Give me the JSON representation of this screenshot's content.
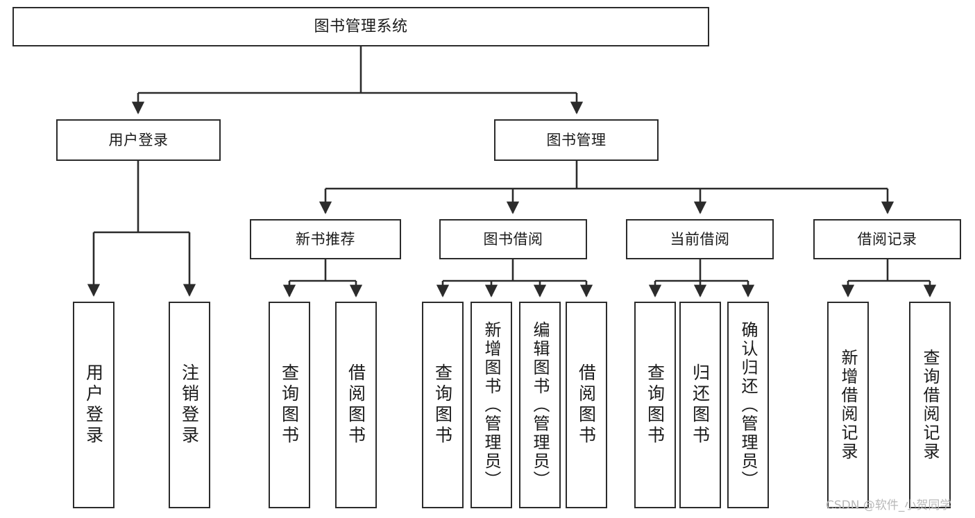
{
  "diagram": {
    "type": "tree-hierarchy",
    "title": "图书管理系统",
    "colors": {
      "stroke": "#2b2b2b",
      "fill": "#ffffff",
      "text": "#1a1a1a",
      "watermark": "#b8b8b8"
    },
    "root": {
      "label": "图书管理系统"
    },
    "level2": [
      {
        "id": "user-login",
        "label": "用户登录"
      },
      {
        "id": "book-manage",
        "label": "图书管理"
      }
    ],
    "level3": [
      {
        "id": "new-book-recommend",
        "label": "新书推荐"
      },
      {
        "id": "book-borrow",
        "label": "图书借阅"
      },
      {
        "id": "current-borrow",
        "label": "当前借阅"
      },
      {
        "id": "borrow-record",
        "label": "借阅记录"
      }
    ],
    "leaves": {
      "user_login": [
        {
          "id": "leaf-user-login",
          "label": "用户登录"
        },
        {
          "id": "leaf-logout",
          "label": "注销登录"
        }
      ],
      "new_book_recommend": [
        {
          "id": "leaf-query-book-1",
          "label": "查询图书"
        },
        {
          "id": "leaf-borrow-book-1",
          "label": "借阅图书"
        }
      ],
      "book_borrow": [
        {
          "id": "leaf-query-book-2",
          "label": "查询图书"
        },
        {
          "id": "leaf-add-book",
          "label": "新增图书（管理员）"
        },
        {
          "id": "leaf-edit-book",
          "label": "编辑图书（管理员）"
        },
        {
          "id": "leaf-borrow-book-2",
          "label": "借阅图书"
        }
      ],
      "current_borrow": [
        {
          "id": "leaf-query-book-3",
          "label": "查询图书"
        },
        {
          "id": "leaf-return-book",
          "label": "归还图书"
        },
        {
          "id": "leaf-confirm-return",
          "label": "确认归还（管理员）"
        }
      ],
      "borrow_record": [
        {
          "id": "leaf-add-record",
          "label": "新增借阅记录"
        },
        {
          "id": "leaf-query-record",
          "label": "查询借阅记录"
        }
      ]
    }
  },
  "watermark": {
    "text": "CSDN @软件_小贺同学"
  }
}
